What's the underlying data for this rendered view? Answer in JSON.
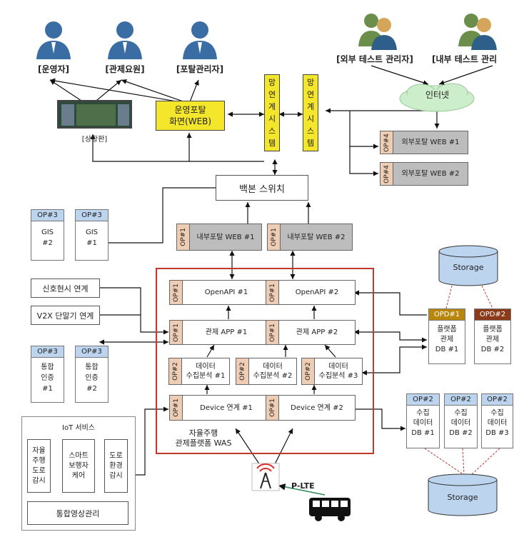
{
  "actors": {
    "operator": "[운영자]",
    "controller": "[관제요원]",
    "portal_admin": "[포탈관리자]",
    "ext_test_admin": "[외부 테스트 관리자]",
    "int_test_admin": "[내부 테스트 관리"
  },
  "status_board": "[상황판]",
  "ops_portal": "운영포탈\n화면(WEB)",
  "network_link_1": "망\n연\n계\n시\n스\n템",
  "network_link_2": "망\n연\n계\n시\n스\n템",
  "internet": "인터넷",
  "ext_portal_1": {
    "tag": "OP#4",
    "label": "외부포탈 WEB #1"
  },
  "ext_portal_2": {
    "tag": "OP#4",
    "label": "외부포탈 WEB #2"
  },
  "backbone_switch": "백본 스위치",
  "int_portal_1": {
    "tag": "OP#1",
    "label": "내부포탈 WEB #1"
  },
  "int_portal_2": {
    "tag": "OP#1",
    "label": "내부포탈 WEB #2"
  },
  "gis_2": {
    "tag": "OP#3",
    "label": "GIS\n#2"
  },
  "gis_1": {
    "tag": "OP#3",
    "label": "GIS\n#1"
  },
  "signal_link": "신호현시 연계",
  "v2x_link": "V2X 단말기 연계",
  "auth_1": {
    "tag": "OP#3",
    "label": "통합\n인증\n#1"
  },
  "auth_2": {
    "tag": "OP#3",
    "label": "통합\n인증\n#2"
  },
  "was": {
    "label": "자율주행\n관제플랫폼 WAS",
    "openapi_1": {
      "tag": "OP#1",
      "label": "OpenAPI #1"
    },
    "openapi_2": {
      "tag": "OP#1",
      "label": "OpenAPI #2"
    },
    "app_1": {
      "tag": "OP#1",
      "label": "관제 APP #1"
    },
    "app_2": {
      "tag": "OP#1",
      "label": "관제 APP #2"
    },
    "data_1": {
      "tag": "OP#2",
      "label": "데이터\n수집분석 #1"
    },
    "data_2": {
      "tag": "OP#2",
      "label": "데이터\n수집분석 #2"
    },
    "data_3": {
      "tag": "OP#2",
      "label": "데이터\n수집분석 #3"
    },
    "device_1": {
      "tag": "OP#1",
      "label": "Device 연계 #1"
    },
    "device_2": {
      "tag": "OP#1",
      "label": "Device 연계 #2"
    }
  },
  "storage_top": "Storage",
  "storage_bottom": "Storage",
  "platform_db_1": {
    "tag": "OPD#1",
    "label": "플랫폼\n관제\nDB #1"
  },
  "platform_db_2": {
    "tag": "OPD#2",
    "label": "플랫폼\n관제\nDB #2"
  },
  "collect_db_1": {
    "tag": "OP#2",
    "label": "수집\n데이터\nDB #1"
  },
  "collect_db_2": {
    "tag": "OP#2",
    "label": "수집\n데이터\nDB #2"
  },
  "collect_db_3": {
    "tag": "OP#2",
    "label": "수집\n데이터\nDB #3"
  },
  "iot": {
    "title": "IoT 서비스",
    "item_1": "자율\n주행\n도로\n감시",
    "item_2": "스마트\n보행자\n케어",
    "item_3": "도로\n환경\n감시",
    "integrated_video": "통합영상관리"
  },
  "plte": "P-LTE",
  "colors": {
    "was_border": "#c0392b",
    "yellow": "#f4e62a",
    "op_tag": "#eecdb4",
    "server_hdr": "#bcd4ee",
    "grey_module": "#bdbdbd",
    "opd1": "#b8860b",
    "opd2": "#8b3a1a",
    "storage": "#bcd4ee"
  }
}
